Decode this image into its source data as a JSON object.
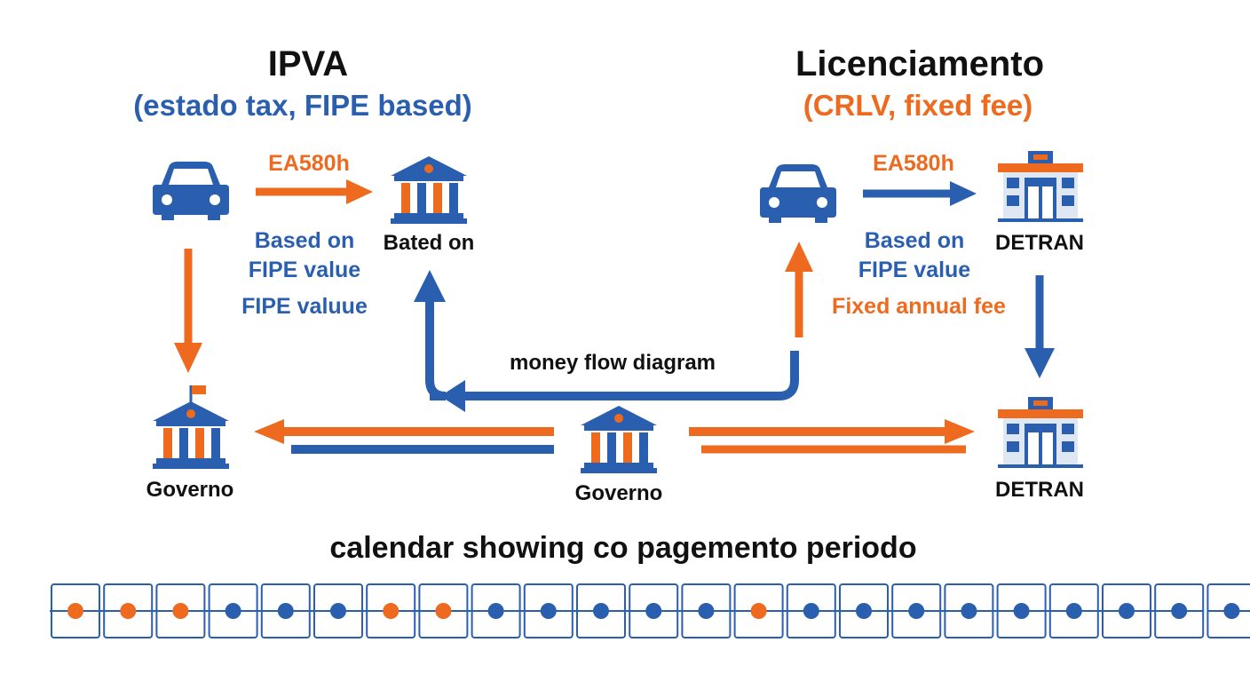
{
  "colors": {
    "blue": "#2a5fb0",
    "orange": "#ee6a1f",
    "dark": "#111111",
    "window": "#dfe7f2"
  },
  "left": {
    "title": "IPVA",
    "subtitle": "(estado tax, FIPE based)",
    "arrow_label": "EA580h",
    "note_line1": "Based on",
    "note_line2": "FIPE value",
    "note_line3": "FIPE valuue",
    "node_top_label": "Bated on",
    "node_bottom_label": "Governo"
  },
  "right": {
    "title": "Licenciamento",
    "subtitle": "(CRLV, fixed fee)",
    "arrow_label": "EA580h",
    "note_line1": "Based on",
    "note_line2": "FIPE value",
    "note_line3": "Fixed annual fee",
    "node_top_label": "DETRAN",
    "node_bottom_label": "DETRAN"
  },
  "center": {
    "flow_label": "money flow diagram",
    "node_label": "Governo"
  },
  "icons": {
    "car": "car-icon",
    "bank": "bank-icon",
    "building": "detran-building-icon"
  },
  "calendar": {
    "title": "calendar showing co pagemento periodo",
    "days": [
      "orange",
      "orange",
      "orange",
      "blue",
      "blue",
      "blue",
      "orange",
      "orange",
      "blue",
      "blue",
      "blue",
      "blue",
      "blue",
      "orange",
      "blue",
      "blue",
      "blue",
      "blue",
      "blue",
      "blue",
      "blue",
      "blue",
      "blue"
    ]
  }
}
